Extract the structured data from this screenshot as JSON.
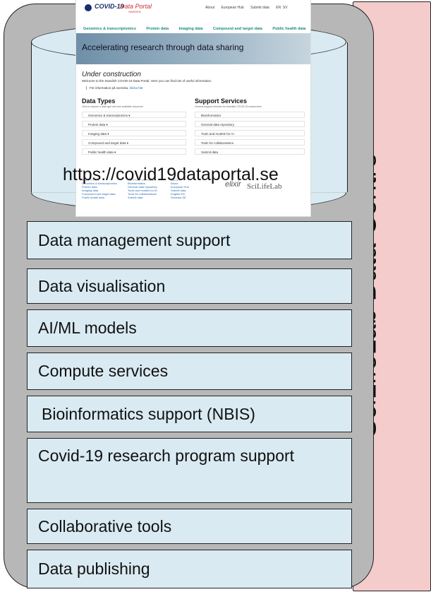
{
  "side_title": "SciLifeLab Data Centre",
  "portal_url": "https://covid19dataportal.se",
  "screenshot": {
    "logo": "COVID-19",
    "logo_suffix": "Data Portal",
    "logo_sub": "SWEDEN",
    "top_links": [
      "About",
      "European Hub",
      "Submit data",
      "EN  SV"
    ],
    "nav": [
      "Genomics & transcriptomics",
      "Protein data",
      "Imaging data",
      "Compound and target data",
      "Public health data"
    ],
    "hero_title": "Accelerating research through data sharing",
    "under_construction": "Under construction",
    "welcome": "Welcome to the Swedish COVID-19 Data Portal. Here you can find lots of useful information.",
    "info_prefix": "För information på svenska,",
    "info_link": "klicka här",
    "data_types_title": "Data Types",
    "data_types_sub": "Click to explore a data type and see available resources",
    "data_types": [
      "Genomics & transcriptomics ▾",
      "Protein data ▾",
      "Imaging data ▾",
      "Compound and target data ▾",
      "Public health data ▾"
    ],
    "support_title": "Support Services",
    "support_sub": "General support services for Swedish COVID-19 researchers",
    "support": [
      "Bioinformatics",
      "General data repository",
      "Tools and models for AI",
      "Tools for collaborations",
      "Submit data"
    ],
    "footer_cols": [
      {
        "heading": "DATA TYPES",
        "items": [
          "Genomics & transcriptomics",
          "Protein data",
          "Imaging data",
          "Compound and target data",
          "Public health data"
        ]
      },
      {
        "heading": "SUPPORT SERVICES",
        "items": [
          "Bioinformatics",
          "General data repository",
          "Tools and models for AI",
          "Tools for collaborations",
          "Submit data"
        ]
      },
      {
        "heading": "ABOUT",
        "items": [
          "About",
          "European Hub",
          "Submit data",
          "English  EN",
          "Svenska  SE"
        ]
      }
    ],
    "elixir": "elixir",
    "scilifelab": "SciLifeLab"
  },
  "services": [
    "Data management support",
    "Data visualisation",
    "AI/ML models",
    "Compute services",
    "Bioinformatics support (NBIS)",
    "Covid-19 research program support",
    "Collaborative tools",
    "Data publishing"
  ],
  "colors": {
    "panel_pink": "#f4cccc",
    "container_grey": "#b7b7b7",
    "box_blue": "#d9eaf2",
    "outline": "#222222"
  }
}
